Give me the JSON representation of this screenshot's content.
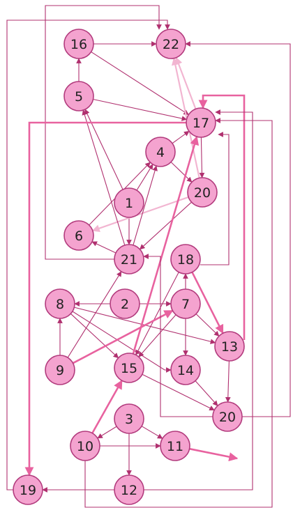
{
  "colors": {
    "node_fill": "#f4a3cf",
    "node_stroke": "#b23b7d",
    "edge": "#b0306f",
    "edge_bright": "#e8629f",
    "edge_pale": "#f2b5d1"
  },
  "nodes": [
    {
      "id": "n16",
      "label": "16"
    },
    {
      "id": "n22",
      "label": "22"
    },
    {
      "id": "n5",
      "label": "5"
    },
    {
      "id": "n17",
      "label": "17"
    },
    {
      "id": "n4",
      "label": "4"
    },
    {
      "id": "n1",
      "label": "1"
    },
    {
      "id": "n20a",
      "label": "20"
    },
    {
      "id": "n6",
      "label": "6"
    },
    {
      "id": "n21",
      "label": "21"
    },
    {
      "id": "n18",
      "label": "18"
    },
    {
      "id": "n8",
      "label": "8"
    },
    {
      "id": "n2",
      "label": "2"
    },
    {
      "id": "n7",
      "label": "7"
    },
    {
      "id": "n13",
      "label": "13"
    },
    {
      "id": "n9",
      "label": "9"
    },
    {
      "id": "n15",
      "label": "15"
    },
    {
      "id": "n14",
      "label": "14"
    },
    {
      "id": "n3",
      "label": "3"
    },
    {
      "id": "n20b",
      "label": "20"
    },
    {
      "id": "n10",
      "label": "10"
    },
    {
      "id": "n11",
      "label": "11"
    },
    {
      "id": "n19",
      "label": "19"
    },
    {
      "id": "n12",
      "label": "12"
    }
  ],
  "edges": [
    {
      "from": "n16",
      "to": "n22",
      "style": "normal"
    },
    {
      "from": "n16",
      "to": "n17",
      "style": "normal"
    },
    {
      "from": "n5",
      "to": "n16",
      "style": "normal"
    },
    {
      "from": "n5",
      "to": "n17",
      "style": "normal"
    },
    {
      "from": "n4",
      "to": "n17",
      "style": "normal"
    },
    {
      "from": "n4",
      "to": "n20a",
      "style": "normal"
    },
    {
      "from": "n17",
      "to": "n20a",
      "style": "normal"
    },
    {
      "from": "n20a",
      "to": "n22",
      "style": "pale"
    },
    {
      "from": "n17",
      "to": "n22",
      "style": "pale"
    },
    {
      "from": "n1",
      "to": "n4",
      "style": "normal"
    },
    {
      "from": "n1",
      "to": "n5",
      "style": "normal"
    },
    {
      "from": "n1",
      "to": "n21",
      "style": "normal"
    },
    {
      "from": "n20a",
      "to": "n6",
      "style": "pale"
    },
    {
      "from": "n20a",
      "to": "n21",
      "style": "normal"
    },
    {
      "from": "n6",
      "to": "n4",
      "style": "normal"
    },
    {
      "from": "n21",
      "to": "n6",
      "style": "normal"
    },
    {
      "from": "n21",
      "to": "n5",
      "style": "normal"
    },
    {
      "from": "n21",
      "to": "n4",
      "style": "normal"
    },
    {
      "from": "n21",
      "to": "n22",
      "style": "normal"
    },
    {
      "from": "n18",
      "to": "n13",
      "style": "bright"
    },
    {
      "from": "n18",
      "to": "n15",
      "style": "normal"
    },
    {
      "from": "n18",
      "to": "n17",
      "style": "normal"
    },
    {
      "from": "n2",
      "to": "n8",
      "style": "normal"
    },
    {
      "from": "n2",
      "to": "n7",
      "style": "normal"
    },
    {
      "from": "n7",
      "to": "n18",
      "style": "normal"
    },
    {
      "from": "n7",
      "to": "n14",
      "style": "normal"
    },
    {
      "from": "n7",
      "to": "n13",
      "style": "normal"
    },
    {
      "from": "n7",
      "to": "n15",
      "style": "normal"
    },
    {
      "from": "n8",
      "to": "n15",
      "style": "normal"
    },
    {
      "from": "n8",
      "to": "n13",
      "style": "normal"
    },
    {
      "from": "n8",
      "to": "n14",
      "style": "normal"
    },
    {
      "from": "n9",
      "to": "n8",
      "style": "normal"
    },
    {
      "from": "n9",
      "to": "n7",
      "style": "bright"
    },
    {
      "from": "n9",
      "to": "n21",
      "style": "normal"
    },
    {
      "from": "n15",
      "to": "n17",
      "style": "bright"
    },
    {
      "from": "n15",
      "to": "n20b",
      "style": "normal"
    },
    {
      "from": "n14",
      "to": "n20b",
      "style": "normal"
    },
    {
      "from": "n13",
      "to": "n20b",
      "style": "normal"
    },
    {
      "from": "n13",
      "to": "n17",
      "style": "bright"
    },
    {
      "from": "n20b",
      "to": "n22",
      "style": "normal"
    },
    {
      "from": "n20b",
      "to": "n21",
      "style": "normal"
    },
    {
      "from": "n3",
      "to": "n10",
      "style": "normal"
    },
    {
      "from": "n3",
      "to": "n11",
      "style": "normal"
    },
    {
      "from": "n3",
      "to": "n12",
      "style": "normal"
    },
    {
      "from": "n10",
      "to": "n11",
      "style": "normal"
    },
    {
      "from": "n10",
      "to": "n15",
      "style": "bright"
    },
    {
      "from": "n10",
      "to": "n17",
      "style": "normal"
    },
    {
      "from": "n11",
      "to": "out",
      "style": "bright"
    },
    {
      "from": "n12",
      "to": "n19",
      "style": "normal"
    },
    {
      "from": "n12",
      "to": "n17",
      "style": "normal"
    },
    {
      "from": "n17",
      "to": "n19",
      "style": "bright"
    },
    {
      "from": "n19",
      "to": "n22",
      "style": "normal"
    }
  ]
}
